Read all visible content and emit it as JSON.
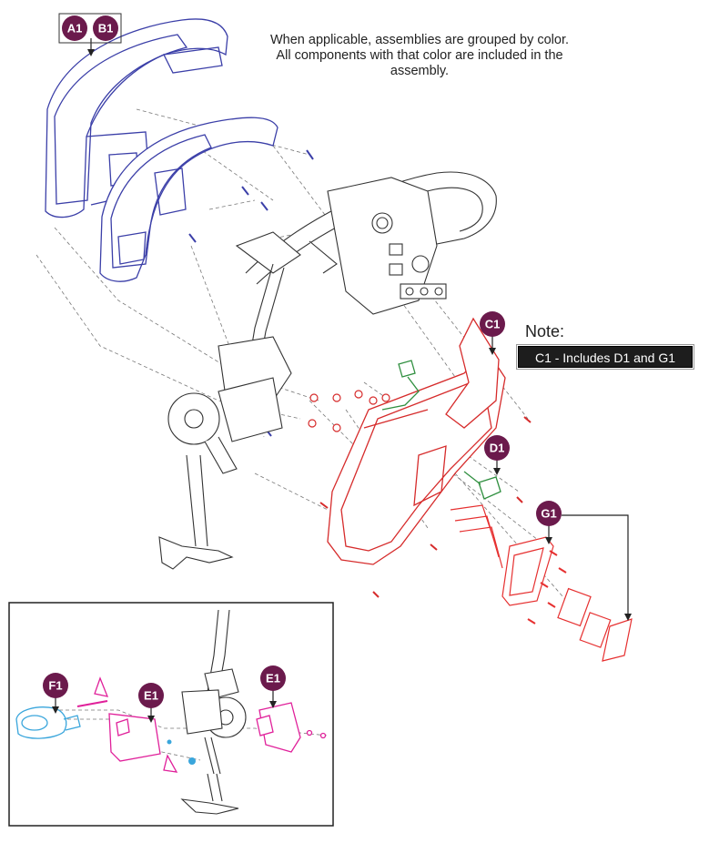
{
  "legend_text": "When applicable, assemblies are grouped by color. All components with that color are included in the assembly.",
  "note": {
    "title": "Note:",
    "text": "C1 - Includes D1 and G1"
  },
  "callouts": {
    "a1": "A1",
    "b1": "B1",
    "c1": "C1",
    "d1": "D1",
    "g1": "G1",
    "f1": "F1",
    "e1_left": "E1",
    "e1_right": "E1"
  },
  "colors": {
    "callout": "#6b1a4c",
    "blue_assembly": "#3b3fa8",
    "red_assembly": "#d62b2b",
    "green_assembly": "#2f8f3f",
    "magenta_assembly": "#e0209a",
    "cyan_assembly": "#3aa6dc",
    "line_art": "#333333"
  }
}
